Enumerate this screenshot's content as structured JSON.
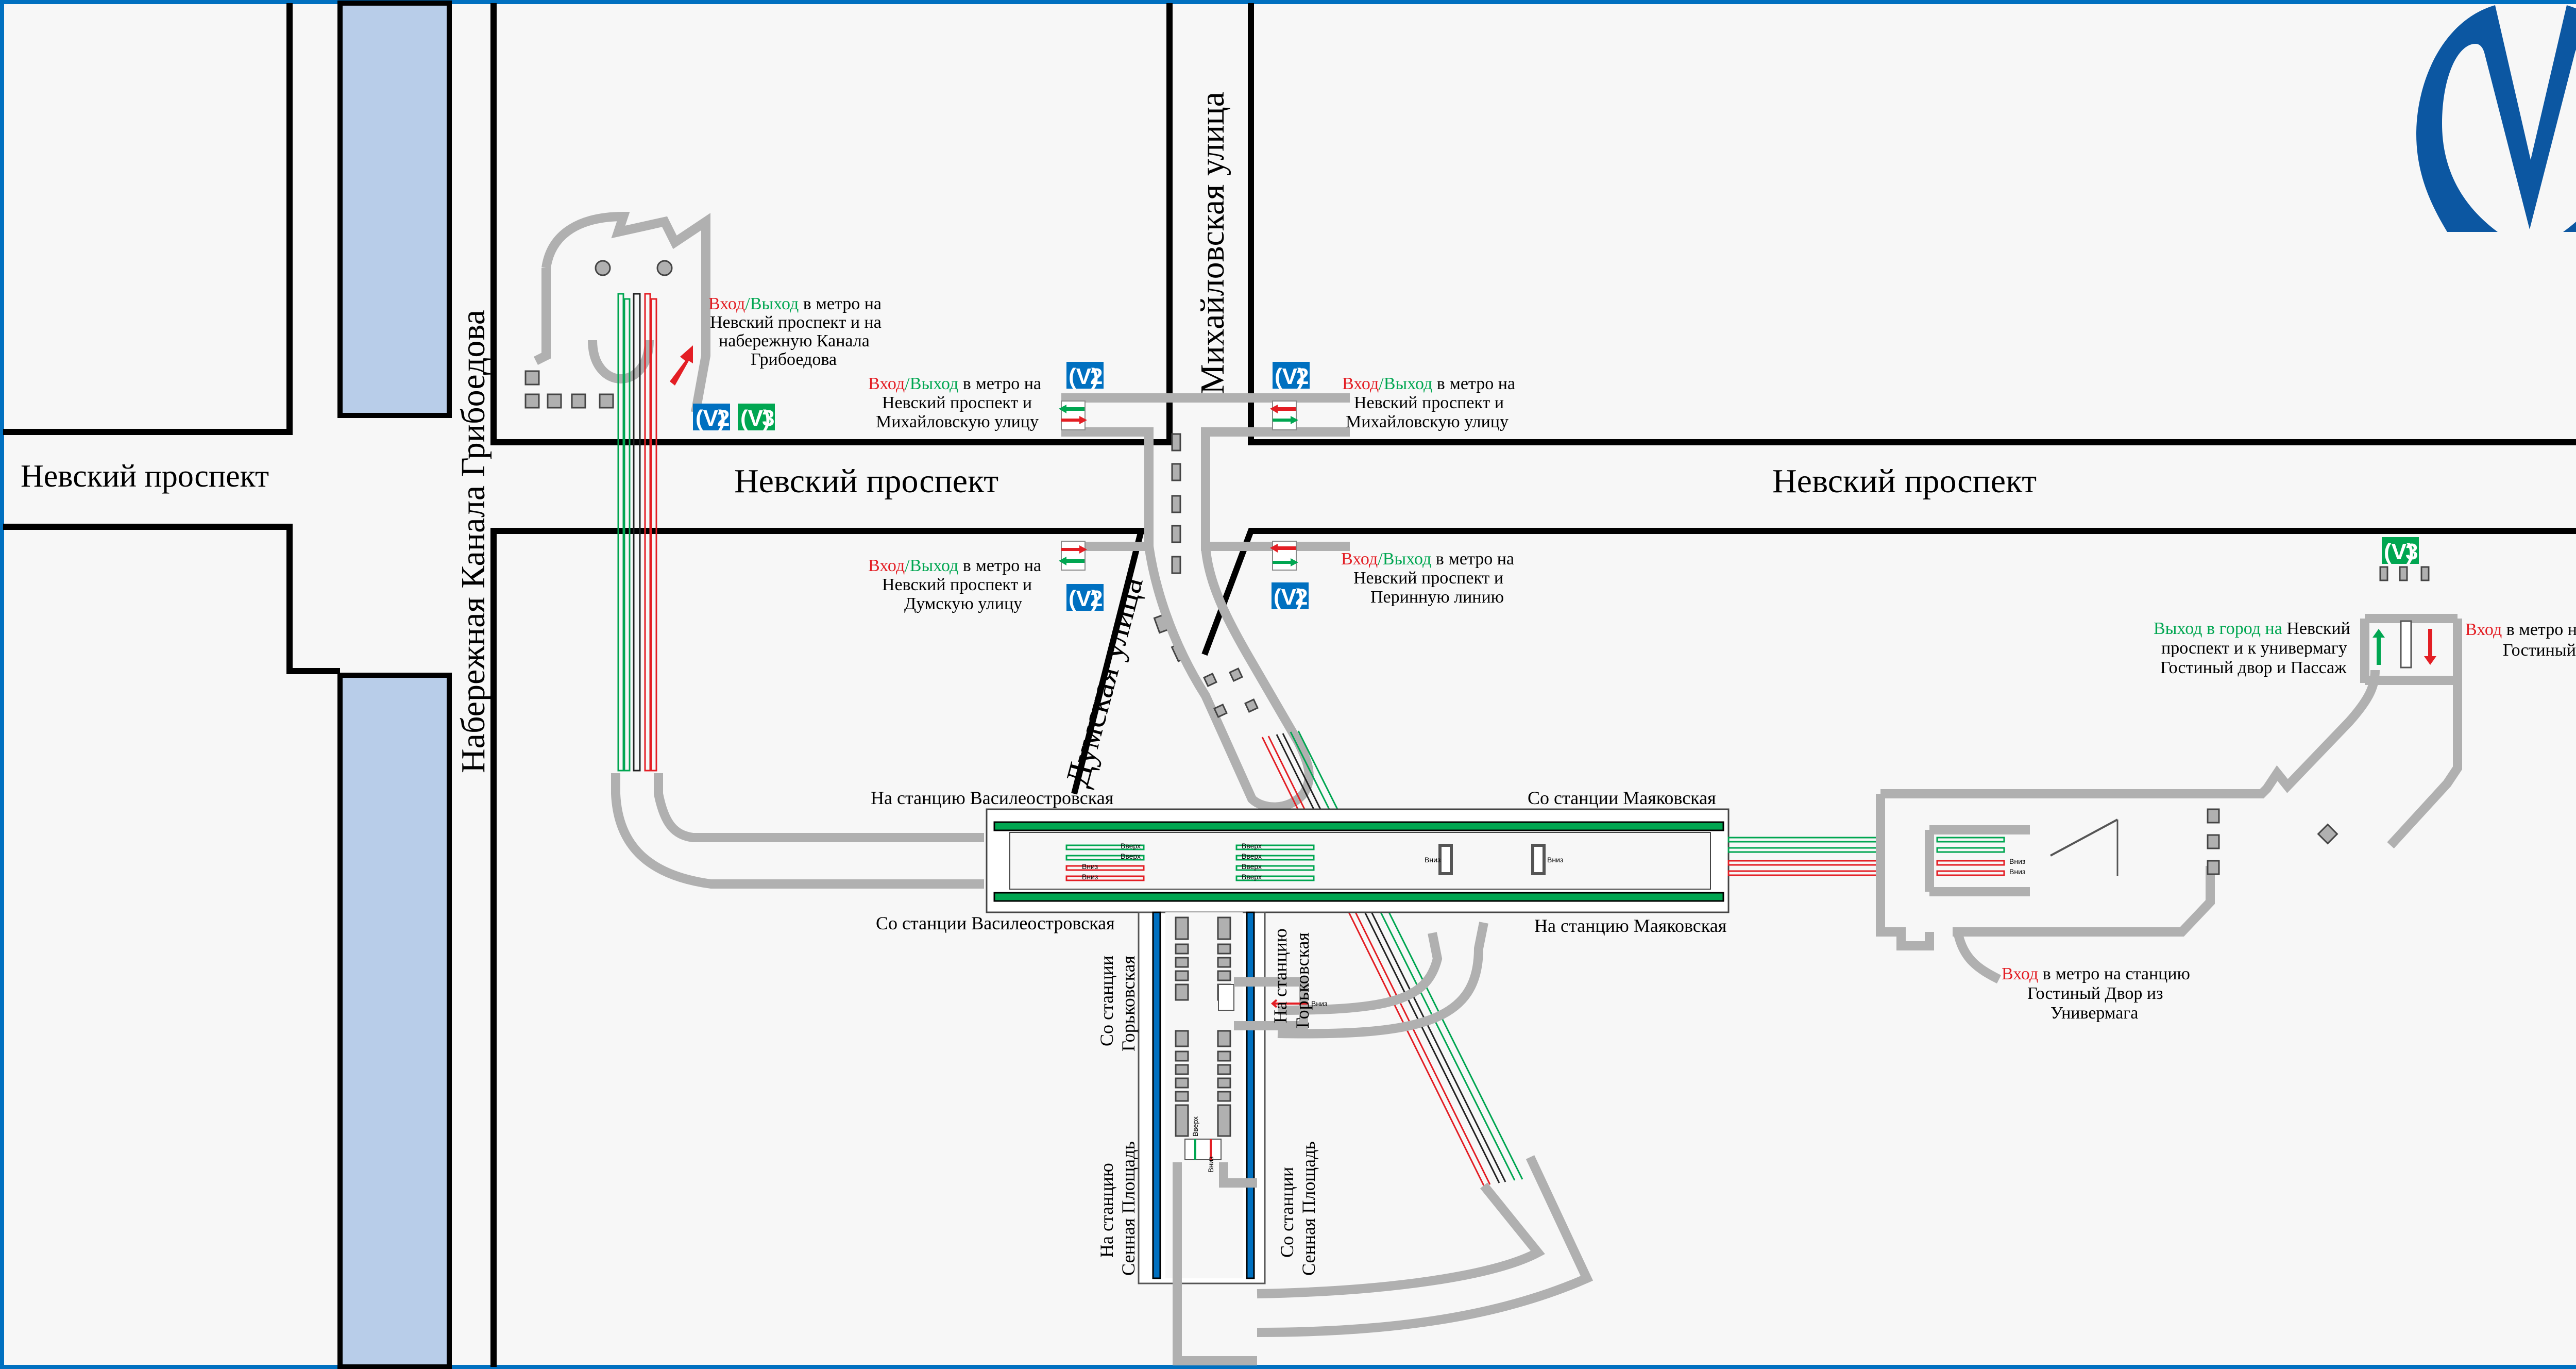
{
  "title": "Схема станций Невский проспект и Гостиный Двор",
  "colors": {
    "line2_blue": "#0070c0",
    "line3_green": "#00a651",
    "entrance_red": "#e31e24",
    "exit_green": "#00a651",
    "canal": "#b8cde9",
    "logo_blue": "#0c57a2",
    "wall_gray": "#b0b0b0"
  },
  "streets": {
    "nevsky_left": "Невский проспект",
    "nevsky_center": "Невский проспект",
    "nevsky_right": "Невский проспект",
    "griboedov": "Набережная Канала Грибоедова",
    "mikhailovskaya": "Михайловская улица",
    "dumskaya": "Думская улица"
  },
  "logo": {
    "icon": "spb-metro-logo-icon"
  },
  "line_badges": {
    "line2": "2",
    "line3": "3"
  },
  "notes": {
    "griboedov": {
      "in": "Вход",
      "sep": "/",
      "out": "Выход",
      "l1_rest": " в метро на",
      "l2": "Невский проспект и на",
      "l3": "набережную Канала",
      "l4": "Грибоедова"
    },
    "mikh_left": {
      "in": "Вход",
      "sep": "/",
      "out": "Выход",
      "l1_rest": " в метро на",
      "l2": "Невский проспект и",
      "l3": "Михайловскую улицу"
    },
    "mikh_right": {
      "in": "Вход",
      "sep": "/",
      "out": "Выход",
      "l1_rest": " в метро на",
      "l2": "Невский проспект и",
      "l3": "Михайловскую улицу"
    },
    "dumskaya": {
      "in": "Вход",
      "sep": "/",
      "out": "Выход",
      "l1_rest": " в метро на",
      "l2": "Невский проспект и",
      "l3": "Думскую улицу"
    },
    "perinnaya": {
      "in": "Вход",
      "sep": "/",
      "out": "Выход",
      "l1_rest": " в метро на",
      "l2": "Невский проспект и",
      "l3": "Перинную линию"
    },
    "gostiny_exit": {
      "out": "Выход в город на",
      "l1_rest": " Невский",
      "l2": "проспект и к универмагу",
      "l3": "Гостиный двор и Пассаж"
    },
    "gostiny_entry": {
      "in": "Вход",
      "l1_rest": " в метро на станцию",
      "l2": "Гостиный Двор"
    },
    "univermag_entry": {
      "in": "Вход",
      "l1_rest": " в метро на станцию",
      "l2": "Гостиный Двор из",
      "l3": "Универмага"
    }
  },
  "platforms": {
    "to_vasileostrovskaya": "На станцию Василеостровская",
    "from_vasileostrovskaya": "Со станции Василеостровская",
    "from_mayakovskaya": "Со станции Маяковская",
    "to_mayakovskaya": "На станцию Маяковская",
    "from_gorkovskaya": [
      "Со станции",
      "Горьковская"
    ],
    "to_gorkovskaya": [
      "На станцию",
      "Горьковская"
    ],
    "to_sennaya": [
      "На станцию",
      "Сенная Площадь"
    ],
    "from_sennaya": [
      "Со станции",
      "Сенная Площадь"
    ]
  },
  "escalator_labels": {
    "up": "Вверх",
    "down": "Вниз",
    "entrance": "Вход",
    "exit": "Выход"
  }
}
